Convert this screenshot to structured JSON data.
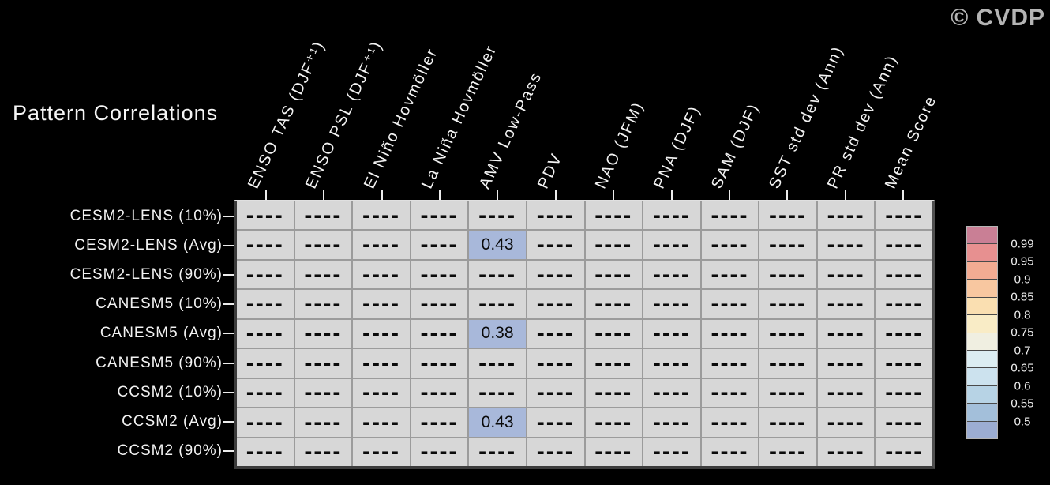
{
  "title": "Pattern Correlations",
  "copyright": "© CVDP",
  "colors": {
    "background": "#000000",
    "cell_missing_bg": "#d7d7d7",
    "cell_highlight": "#a8b8da",
    "grid_line": "#9b9b9b",
    "text": "#f2f2f2",
    "copyright_text": "#b4b4b4"
  },
  "legend": {
    "labels": [
      "0.99",
      "0.95",
      "0.9",
      "0.85",
      "0.8",
      "0.75",
      "0.7",
      "0.65",
      "0.6",
      "0.55",
      "0.5"
    ],
    "colors": [
      "#c97f95",
      "#e79090",
      "#f3ab92",
      "#f8c7a0",
      "#fadfb1",
      "#f9ecc6",
      "#f0efe1",
      "#dcedf2",
      "#cce2ee",
      "#b7d3e5",
      "#a3bfda",
      "#9cadd2"
    ],
    "orientation": "vertical",
    "position": "right"
  },
  "chart_data": {
    "type": "heatmap",
    "title": "Pattern Correlations",
    "missing_marker": "----",
    "columns": [
      "ENSO TAS (DJF⁺¹)",
      "ENSO PSL (DJF⁺¹)",
      "El Niño Hovmöller",
      "La Niña Hovmöller",
      "AMV Low-Pass",
      "PDV",
      "NAO (JFM)",
      "PNA (DJF)",
      "SAM (DJF)",
      "SST std dev (Ann)",
      "PR std dev (Ann)",
      "Mean Score"
    ],
    "rows": [
      "CESM2-LENS (10%)",
      "CESM2-LENS (Avg)",
      "CESM2-LENS (90%)",
      "CANESM5 (10%)",
      "CANESM5 (Avg)",
      "CANESM5 (90%)",
      "CCSM2 (10%)",
      "CCSM2 (Avg)",
      "CCSM2 (90%)"
    ],
    "values": [
      [
        null,
        null,
        null,
        null,
        null,
        null,
        null,
        null,
        null,
        null,
        null,
        null
      ],
      [
        null,
        null,
        null,
        null,
        0.43,
        null,
        null,
        null,
        null,
        null,
        null,
        null
      ],
      [
        null,
        null,
        null,
        null,
        null,
        null,
        null,
        null,
        null,
        null,
        null,
        null
      ],
      [
        null,
        null,
        null,
        null,
        null,
        null,
        null,
        null,
        null,
        null,
        null,
        null
      ],
      [
        null,
        null,
        null,
        null,
        0.38,
        null,
        null,
        null,
        null,
        null,
        null,
        null
      ],
      [
        null,
        null,
        null,
        null,
        null,
        null,
        null,
        null,
        null,
        null,
        null,
        null
      ],
      [
        null,
        null,
        null,
        null,
        null,
        null,
        null,
        null,
        null,
        null,
        null,
        null
      ],
      [
        null,
        null,
        null,
        null,
        0.43,
        null,
        null,
        null,
        null,
        null,
        null,
        null
      ],
      [
        null,
        null,
        null,
        null,
        null,
        null,
        null,
        null,
        null,
        null,
        null,
        null
      ]
    ],
    "colorbar_tick_labels": [
      0.99,
      0.95,
      0.9,
      0.85,
      0.8,
      0.75,
      0.7,
      0.65,
      0.6,
      0.55,
      0.5
    ],
    "legend_position": "right",
    "grid": true
  }
}
